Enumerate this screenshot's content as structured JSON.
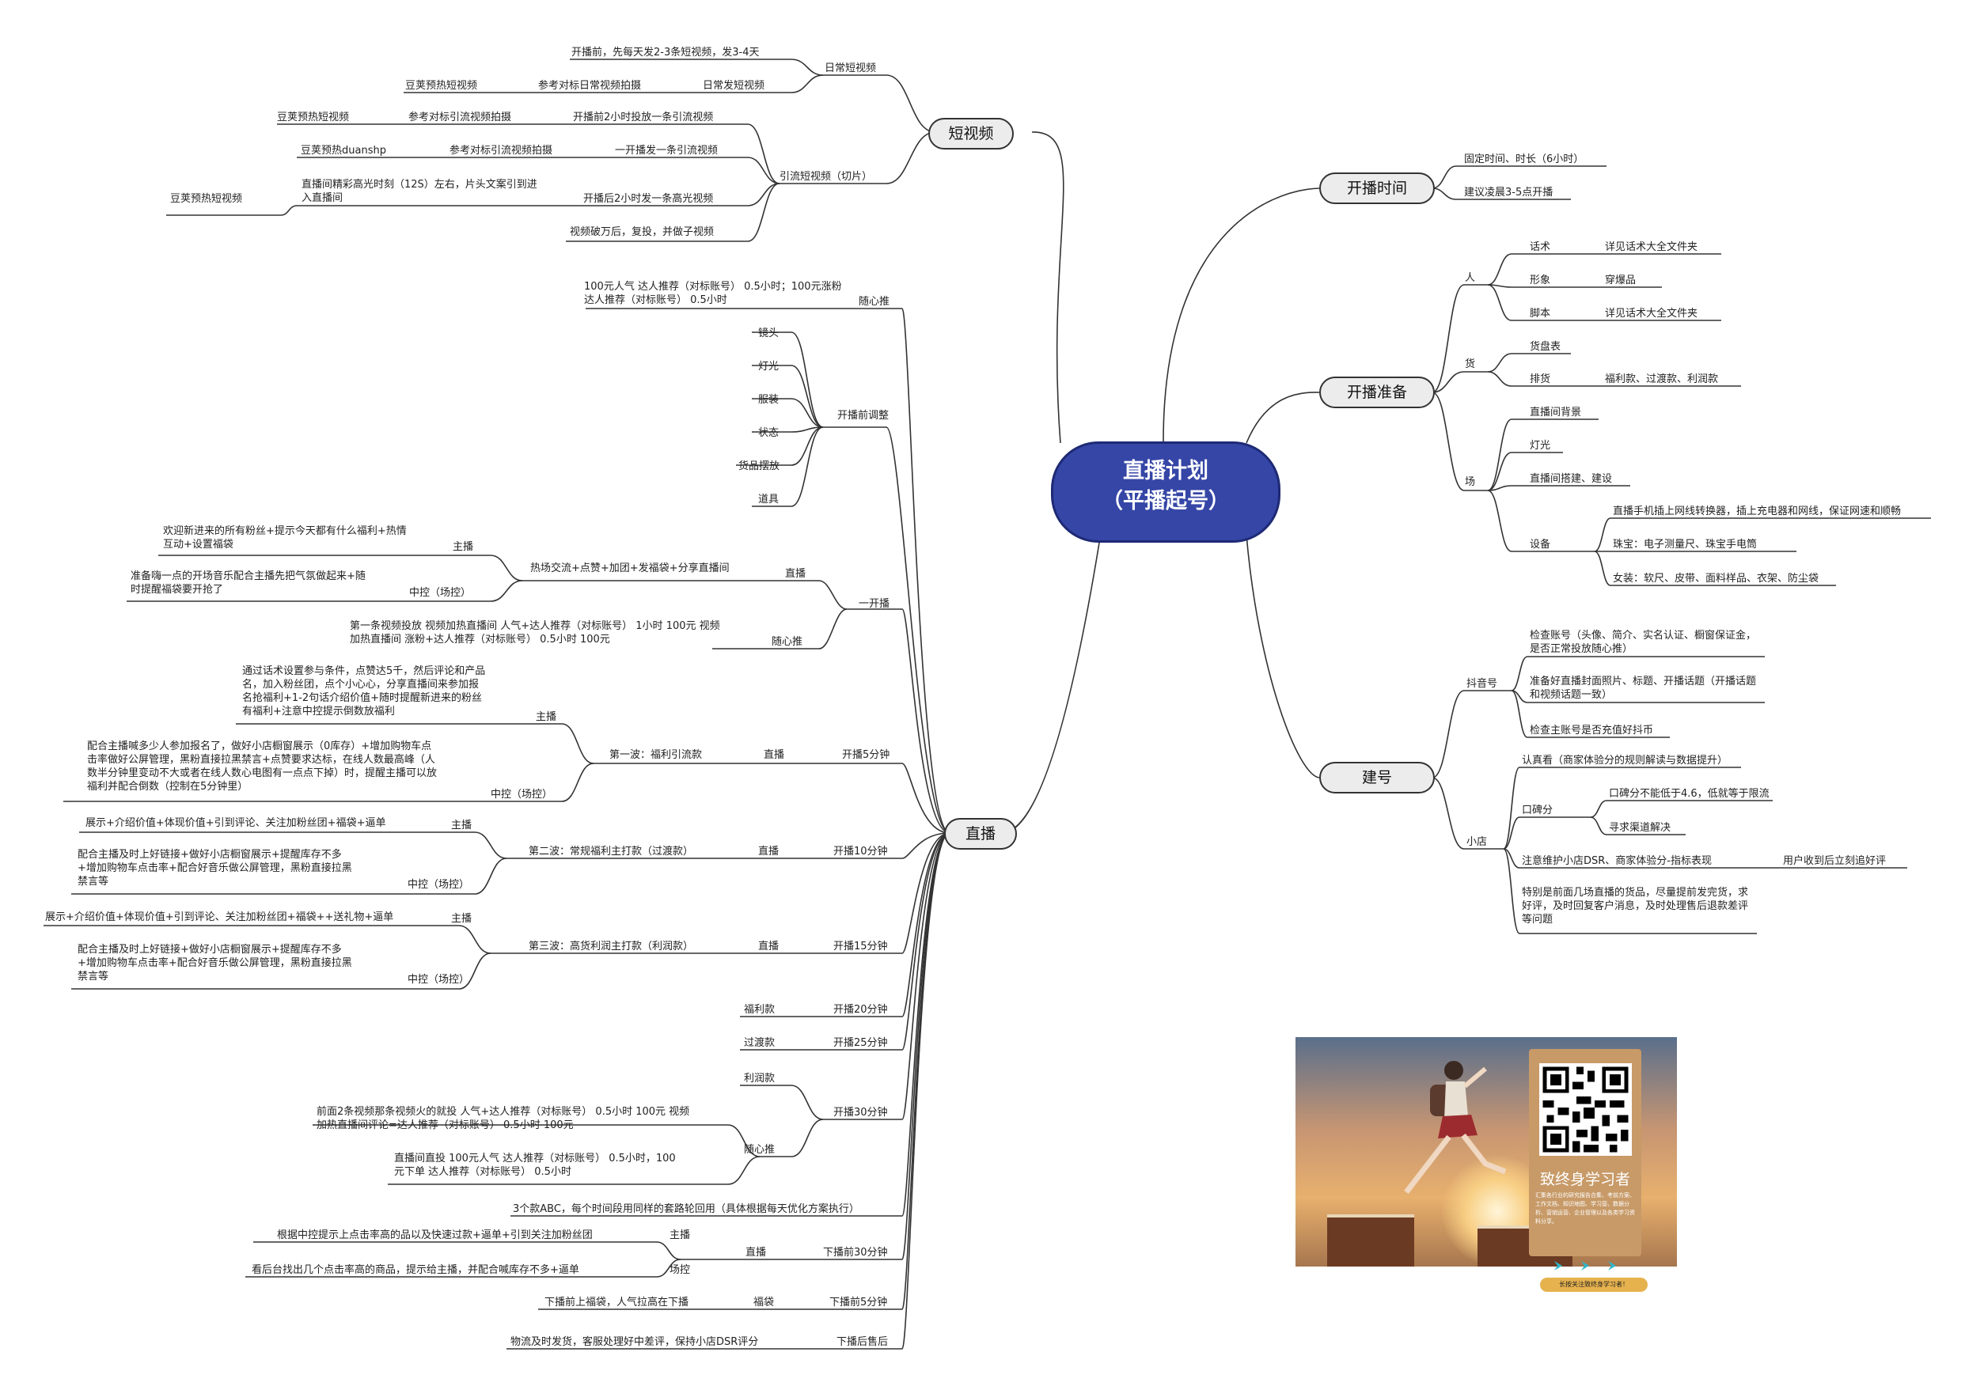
{
  "root": {
    "line1": "直播计划",
    "line2": "（平播起号）"
  },
  "branches": {
    "kaibo_time": "开播时间",
    "kaibo_prep": "开播准备",
    "jianhao": "建号",
    "duanshipin": "短视频",
    "zhibo": "直播"
  },
  "kaibo_time": {
    "items": [
      "固定时间、时长（6小时）",
      "建议凌晨3-5点开播"
    ]
  },
  "prep": {
    "ren": "人",
    "huashu": "话术",
    "huashu_v": "详见话术大全文件夹",
    "xingxiang": "形象",
    "xingxiang_v": "穿爆品",
    "jiaoben": "脚本",
    "jiaoben_v": "详见话术大全文件夹",
    "huo": "货",
    "huopanbiao": "货盘表",
    "paihuo": "排货",
    "paihuo_v": "福利款、过渡款、利润款",
    "chang": "场",
    "beijing": "直播间背景",
    "dengguang": "灯光",
    "dajian": "直播间搭建、建设",
    "shebei": "设备",
    "shebei_1": "直播手机插上网线转换器，插上充电器和网线，保证网速和顺畅",
    "shebei_2": "珠宝：电子测量尺、珠宝手电筒",
    "shebei_3": "女装：软尺、皮带、面料样品、衣架、防尘袋"
  },
  "jianhao": {
    "douyin": "抖音号",
    "dy_1": "检查账号（头像、简介、实名认证、橱窗保证金，是否正常投放随心推）",
    "dy_2": "准备好直播封面照片、标题、开播话题（开播话题和视频话题一致）",
    "dy_3": "检查主账号是否充值好抖币",
    "xiaodian": "小店",
    "xd_1": "认真看（商家体验分的规则解读与数据提升）",
    "koubeifen": "口碑分",
    "kb_1": "口碑分不能低于4.6，低就等于限流",
    "kb_2": "寻求渠道解决",
    "xd_dsr": "注意维护小店DSR、商家体验分-指标表现",
    "xd_dsr_v": "用户收到后立刻追好评",
    "xd_last": "特别是前面几场直播的货品，尽量提前发完货，求好评，及时回复客户消息，及时处理售后退款差评等问题"
  },
  "duanshipin": {
    "richang": "日常短视频",
    "rc_1": "开播前，先每天发2-3条短视频，发3-4天",
    "rc_2": "日常发短视频",
    "rc_2_ref": "参考对标日常视频拍摄",
    "rc_2_src": "豆荚预热短视频",
    "yinliu": "引流短视频（切片）",
    "yl_1": "开播前2小时投放一条引流视频",
    "yl_1_ref": "参考对标引流视频拍摄",
    "yl_1_src": "豆荚预热短视频",
    "yl_2": "一开播发一条引流视频",
    "yl_2_ref": "参考对标引流视频拍摄",
    "yl_2_src": "豆荚预热duanshp",
    "yl_3": "开播后2小时发一条高光视频",
    "yl_3_ref": "直播间精彩高光时刻（12S）左右，片头文案引到进入直播间",
    "yl_3_src": "豆荚预热短视频",
    "yl_4": "视频破万后，复投，并做子视频"
  },
  "zhibo": {
    "suixintui": "随心推",
    "sxt_text": "100元人气 达人推荐（对标账号） 0.5小时；100元涨粉 达人推荐（对标账号） 0.5小时",
    "tiaozheng": "开播前调整",
    "tz_items": [
      "镜头",
      "灯光",
      "服装",
      "状态",
      "货品摆放",
      "道具"
    ],
    "yikaibo": "一开播",
    "rechang": "热场交流+点赞+加团+发福袋+分享直播间",
    "zhibo_label": "直播",
    "zhubo": "主播",
    "zhongkong": "中控（场控）",
    "rc_zhubo": "欢迎新进来的所有粉丝+提示今天都有什么福利+热情互动+设置福袋",
    "rc_zk": "准备嗨一点的开场音乐配合主播先把气氛做起来+随时提醒福袋要开抢了",
    "yk_sxt": "随心推",
    "yk_sxt_text": "第一条视频投放 视频加热直播间 人气+达人推荐（对标账号） 1小时 100元 视频加热直播间 涨粉+达人推荐（对标账号） 0.5小时 100元",
    "m5": "开播5分钟",
    "wave1": "第一波：福利引流款",
    "w1_zhubo": "通过话术设置参与条件，点赞达5千，然后评论和产品名，加入粉丝团，点个小心心，分享直播间来参加报名抢福利+1-2句话介绍价值+随时提醒新进来的粉丝有福利+注意中控提示倒数放福利",
    "w1_zk": "配合主播喊多少人参加报名了，做好小店橱窗展示（0库存）+增加购物车点击率做好公屏管理，黑粉直接拉黑禁言+点赞要求达标，在线人数最高峰（人数半分钟里变动不大或者在线人数心电图有一点点下掉）时，提醒主播可以放福利并配合倒数（控制在5分钟里）",
    "m10": "开播10分钟",
    "wave2": "第二波：常规福利主打款（过渡款）",
    "w2_zhubo": "展示+介绍价值+体现价值+引到评论、关注加粉丝团+福袋+逼单",
    "w2_zk": "配合主播及时上好链接+做好小店橱窗展示+提醒库存不多+增加购物车点击率+配合好音乐做公屏管理，黑粉直接拉黑禁言等",
    "m15": "开播15分钟",
    "wave3": "第三波：高货利润主打款（利润款）",
    "w3_zhubo": "展示+介绍价值+体现价值+引到评论、关注加粉丝团+福袋++送礼物+逼单",
    "w3_zk": "配合主播及时上好链接+做好小店橱窗展示+提醒库存不多+增加购物车点击率+配合好音乐做公屏管理，黑粉直接拉黑禁言等",
    "m20": "开播20分钟",
    "m20_v": "福利款",
    "m25": "开播25分钟",
    "m25_v": "过渡款",
    "m30": "开播30分钟",
    "m30_v": "利润款",
    "m30_sxt": "随心推",
    "m30_sxt_1": "前面2条视频那条视频火的就投 人气+达人推荐（对标账号） 0.5小时 100元 视频加热直播间评论=达人推荐（对标账号） 0.5小时 100元",
    "m30_sxt_2": "直播间直投 100元人气 达人推荐（对标账号） 0.5小时，100元下单 达人推荐（对标账号） 0.5小时",
    "abc": "3个款ABC，每个时间段用同样的套路轮回用（具体根据每天优化方案执行）",
    "xiabo30": "下播前30分钟",
    "xb30_zhibo": "直播",
    "xb30_zhubo": "主播",
    "xb30_zhubo_v": "根据中控提示上点击率高的品以及快速过款+逼单+引到关注加粉丝团",
    "xb30_changkong": "场控",
    "xb30_changkong_v": "看后台找出几个点击率高的商品，提示给主播，并配合喊库存不多+逼单",
    "xiabo5": "下播前5分钟",
    "xb5_fudai": "福袋",
    "xb5_v": "下播前上福袋，人气拉高在下播",
    "shouhou": "下播后售后",
    "shouhou_v": "物流及时发货，客服处理好中差评，保持小店DSR评分"
  },
  "ad": {
    "title": "致终身学习者",
    "sub": "汇集各行业的研究报告合集、考前方案、工作文档、知识地图、学习营、数据分析、营销运营、企业管理以及各类学习资料分享。",
    "pill": "长按关注致终身学习者！"
  },
  "colors": {
    "root_bg": "#3546a6",
    "line": "#333333"
  }
}
